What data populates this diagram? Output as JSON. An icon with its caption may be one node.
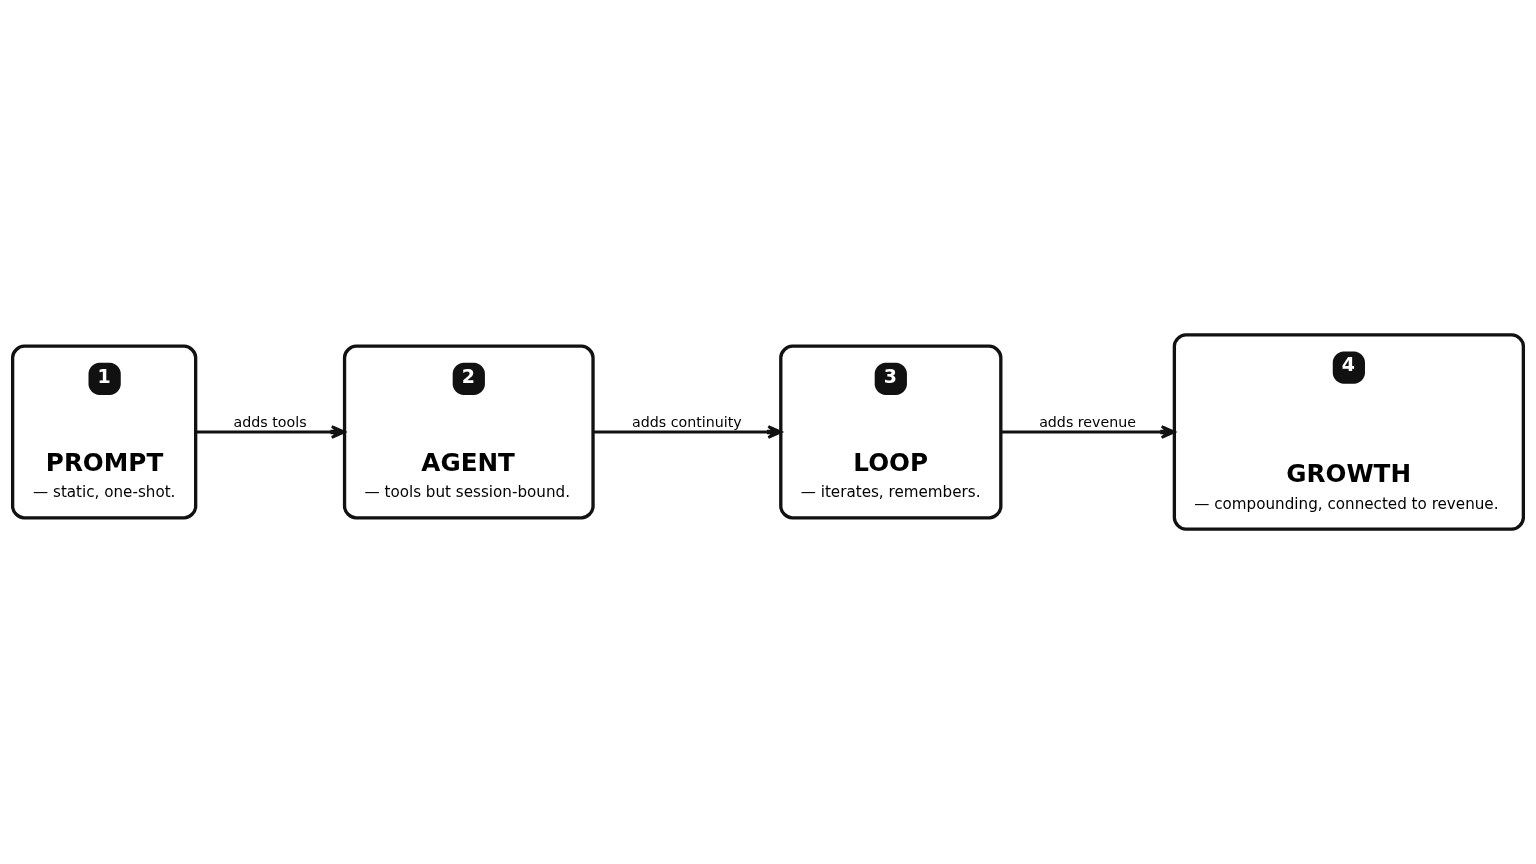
{
  "diagram": {
    "nodes": [
      {
        "text": [
          "1",
          "PROMPT",
          "— static, one-shot."
        ]
      },
      {
        "text": [
          "2",
          "AGENT",
          "— tools but session-bound."
        ]
      },
      {
        "text": [
          "3",
          "LOOP",
          "— iterates, remembers."
        ]
      },
      {
        "text": [
          "4",
          "GROWTH",
          "— compounding, connected to revenue."
        ]
      }
    ],
    "edges": [
      {
        "from": 0,
        "to": 1,
        "arrow": "to",
        "label": "adds tools"
      },
      {
        "from": 1,
        "to": 2,
        "arrow": "to",
        "label": "adds continuity"
      },
      {
        "from": 2,
        "to": 3,
        "arrow": "to",
        "label": "adds revenue"
      }
    ]
  }
}
